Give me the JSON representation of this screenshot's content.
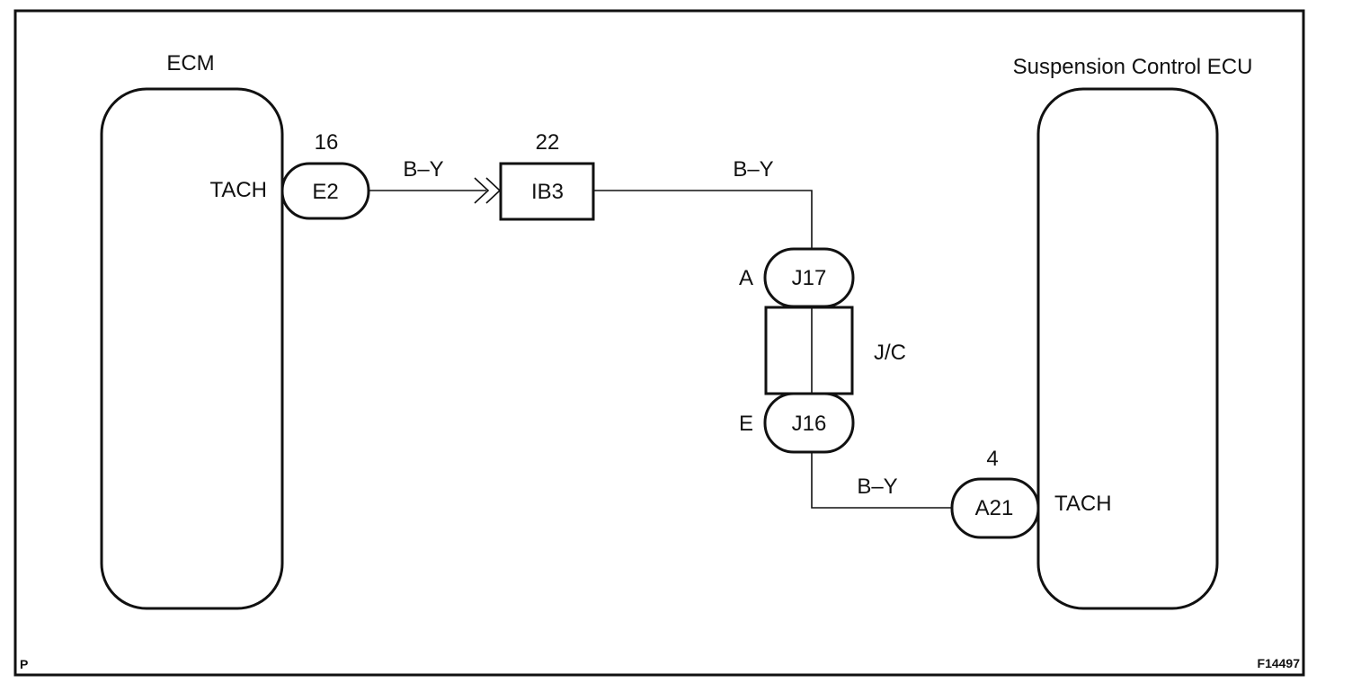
{
  "ecm": {
    "name": "ECM",
    "pin_name": "TACH",
    "connector": "E2",
    "pin": "16"
  },
  "ecu": {
    "name": "Suspension Control ECU",
    "pin_name": "TACH",
    "connector": "A21",
    "pin": "4"
  },
  "ib3": {
    "connector": "IB3",
    "pin": "22"
  },
  "junction": {
    "name": "J/C",
    "upper_connector": "J17",
    "upper_pin": "A",
    "lower_connector": "J16",
    "lower_pin": "E"
  },
  "wires": {
    "w1": "B–Y",
    "w2": "B–Y",
    "w3": "B–Y"
  },
  "footer": {
    "left": "P",
    "right": "F14497"
  }
}
